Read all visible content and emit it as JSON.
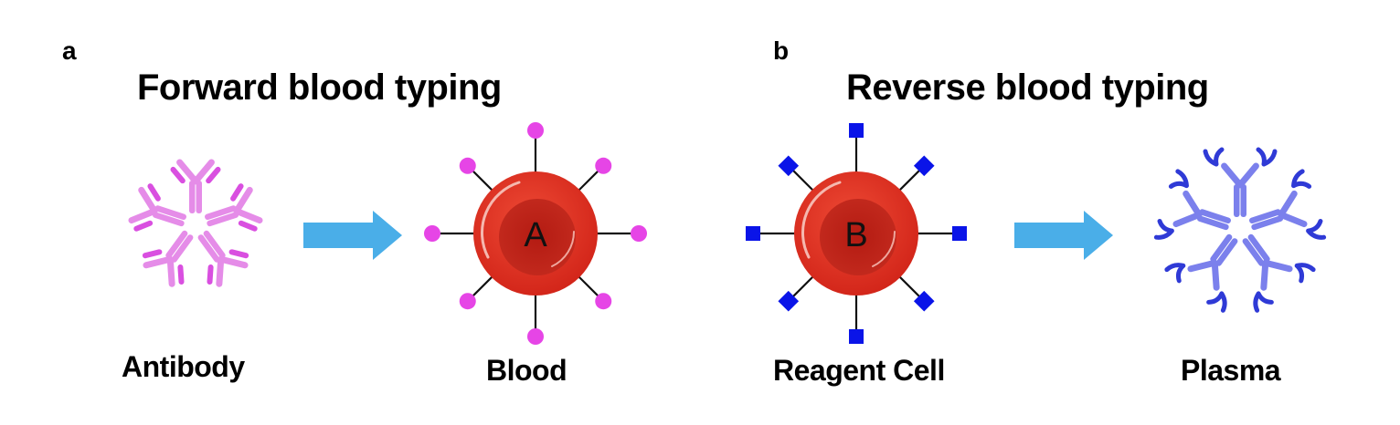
{
  "panels": [
    {
      "letter": "a",
      "title": "Forward blood typing",
      "left_label": "Antibody",
      "right_label": "Blood",
      "cell_letter": "A",
      "antigen_shape": "circle",
      "antigen_color": "#e645e6",
      "antibody_color": "#e58ce8",
      "antibody_tip_color": "#d94fe0"
    },
    {
      "letter": "b",
      "title": "Reverse blood typing",
      "left_label": "Reagent Cell",
      "right_label": "Plasma",
      "cell_letter": "B",
      "antigen_shape": "square",
      "antigen_color": "#0a14e8",
      "antibody_color": "#7b80ec",
      "antibody_tip_color": "#2f3ad6"
    }
  ],
  "colors": {
    "arrow": "#4aaee8",
    "cell_outer": "#e2301f",
    "cell_inner": "#b51d13",
    "stalk": "#111111"
  }
}
